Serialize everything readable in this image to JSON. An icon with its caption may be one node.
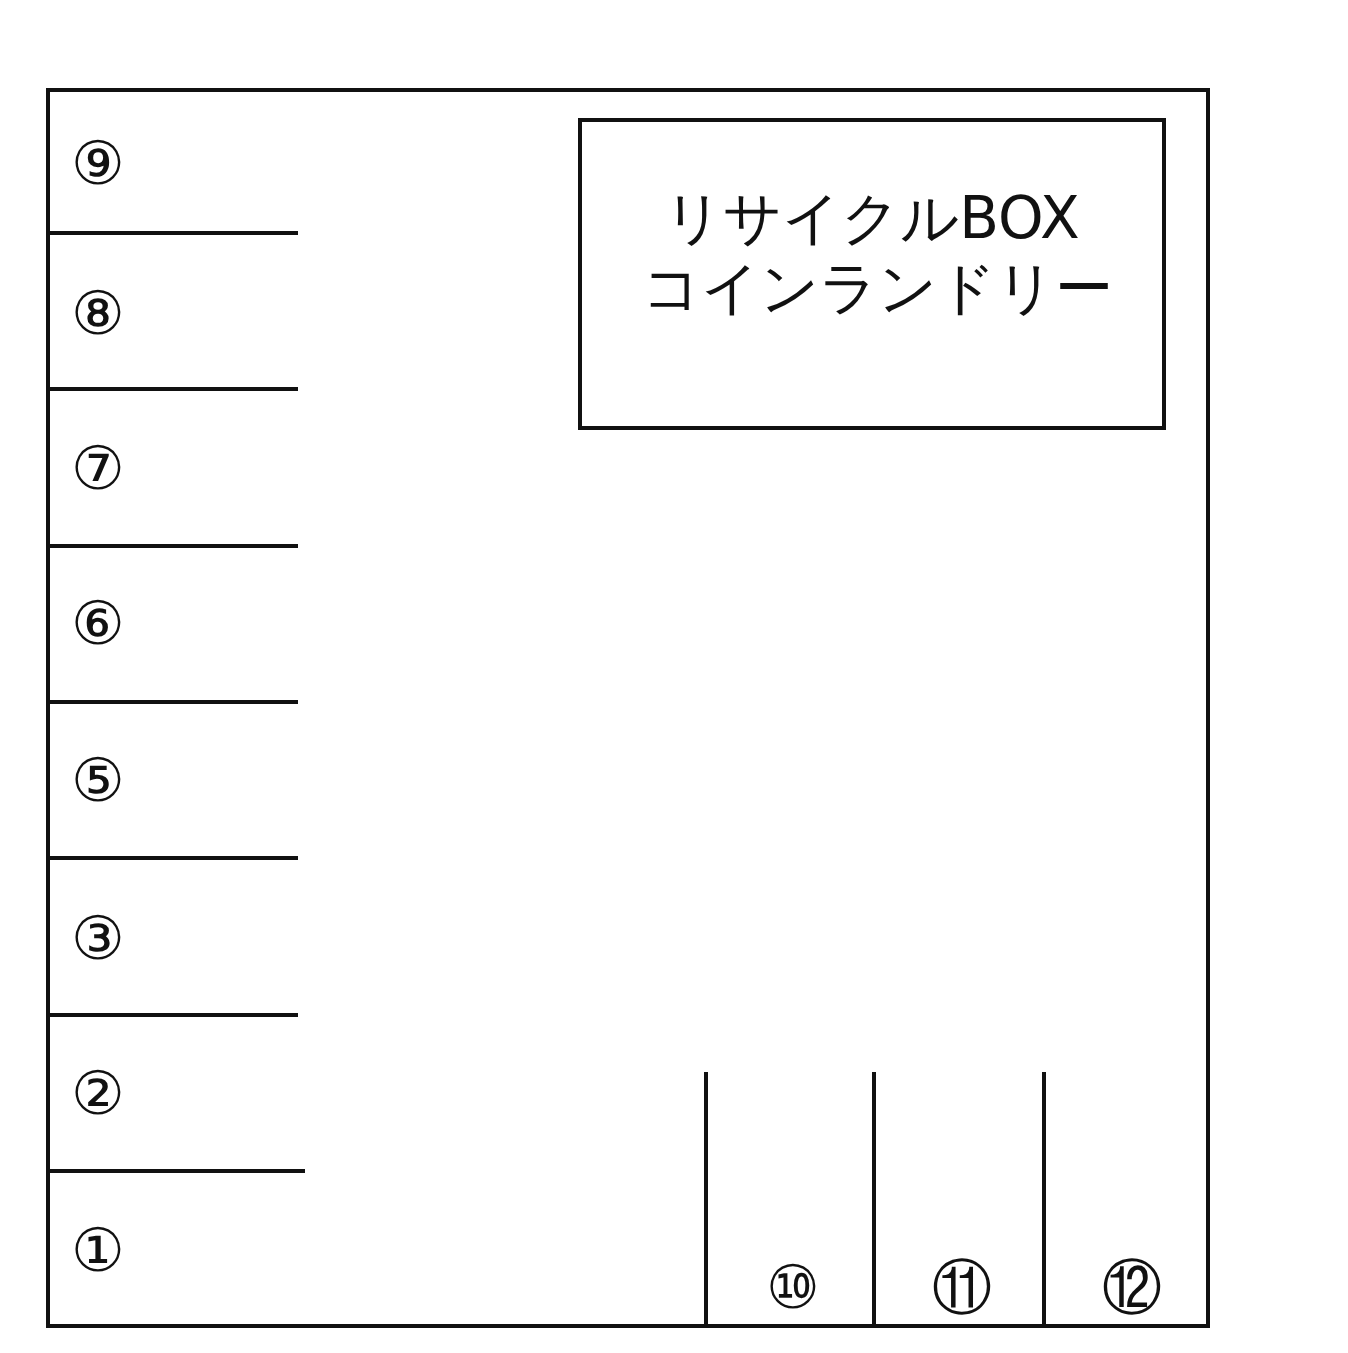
{
  "diagram": {
    "nodes": [
      {
        "text": [],
        "shape": "box"
      },
      {
        "text": [
          "リサイクルBOX コインランドリー"
        ],
        "in": 0
      }
    ],
    "labels": [
      "⑨",
      "⑧",
      "⑦",
      "⑥",
      "⑤",
      "③",
      "②",
      "①",
      "⑩",
      "⑪",
      "⑫"
    ]
  }
}
